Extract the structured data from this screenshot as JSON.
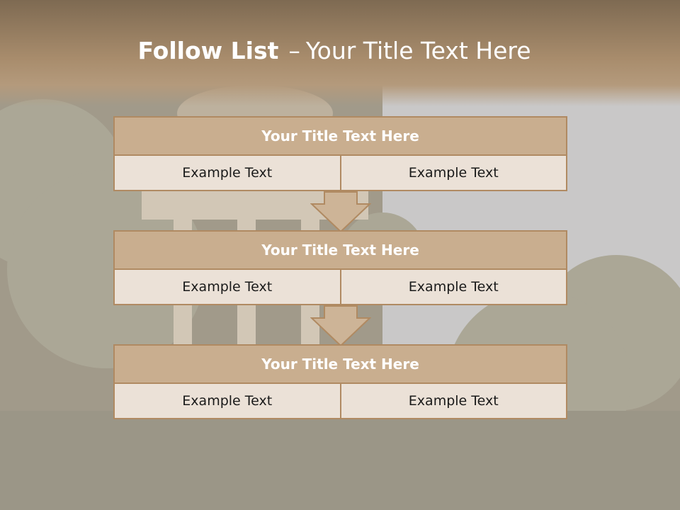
{
  "slide": {
    "title_bold": "Follow List",
    "title_dash": "–",
    "title_rest": "Your Title Text Here"
  },
  "blocks": [
    {
      "title": "Your Title Text Here",
      "left": "Example Text",
      "right": "Example Text"
    },
    {
      "title": "Your Title Text Here",
      "left": "Example Text",
      "right": "Example Text"
    },
    {
      "title": "Your Title Text Here",
      "left": "Example Text",
      "right": "Example Text"
    }
  ],
  "colors": {
    "header": "#a88c6c",
    "block_title": "#c9ae8f",
    "block_border": "#b08a62",
    "block_row": "#ebe1d7"
  }
}
